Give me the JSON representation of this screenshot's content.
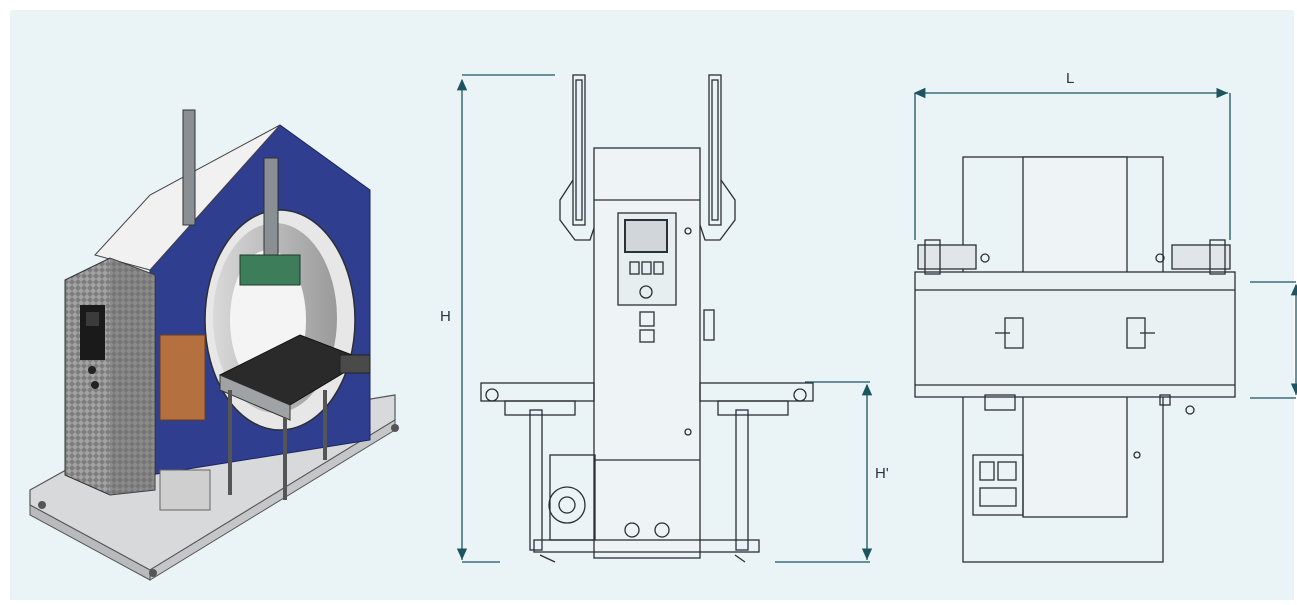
{
  "dimensions": {
    "height_label": "H",
    "sub_height_label": "H'",
    "length_label": "L"
  },
  "colors": {
    "background": "#eaf3f5",
    "machine_blue": "#2f3e8e",
    "panel_steel": "#8c8c8c",
    "line_dark": "#2b2f36",
    "dimension_teal": "#1c5560",
    "copper": "#b5703f"
  },
  "views": [
    "isometric-view",
    "front-elevation-view",
    "top-plan-view"
  ]
}
